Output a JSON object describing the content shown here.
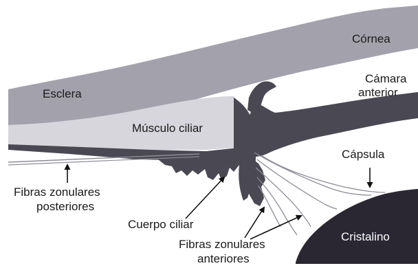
{
  "diagram": {
    "labels": {
      "cornea": "Córnea",
      "esclera": "Esclera",
      "camara_line1": "Cámara",
      "camara_line2": "anterior",
      "musculo": "Músculo ciliar",
      "capsula": "Cápsula",
      "fibras_post_line1": "Fibras zonulares",
      "fibras_post_line2": "posteriores",
      "cuerpo": "Cuerpo ciliar",
      "fibras_ant_line1": "Fibras zonulares",
      "fibras_ant_line2": "anteriores",
      "cristalino": "Cristalino"
    },
    "colors": {
      "cornea_sclera": "#a3a1ac",
      "ciliary_muscle": "#d6d6dc",
      "dark_tissue": "#4a4852",
      "lens": "#2a2732",
      "fiber_line": "#8e8c96",
      "arrow": "#111111"
    }
  }
}
